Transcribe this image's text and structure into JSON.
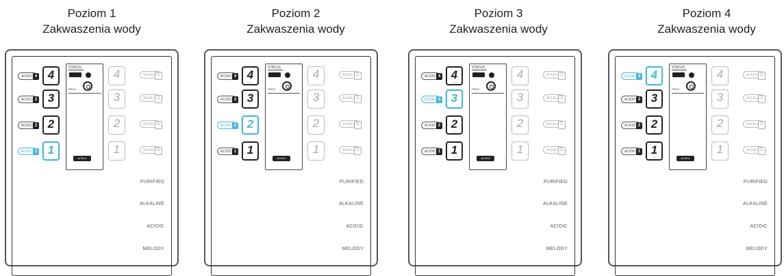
{
  "panels": [
    {
      "level_title": "Poziom 1",
      "subtitle": "Zakwaszenia wody",
      "active_level": 1
    },
    {
      "level_title": "Poziom 2",
      "subtitle": "Zakwaszenia wody",
      "active_level": 2
    },
    {
      "level_title": "Poziom 3",
      "subtitle": "Zakwaszenia wody",
      "active_level": 3
    },
    {
      "level_title": "Poziom 4",
      "subtitle": "Zakwaszenia wody",
      "active_level": 4
    }
  ],
  "device": {
    "left_label": "ACIDIC",
    "right_label": "ALKALINE",
    "levels": [
      {
        "key": "4",
        "left_dot": "4",
        "right_dot": "D",
        "ticks": "....."
      },
      {
        "key": "3",
        "left_dot": "3",
        "right_dot": "D",
        "ticks": "..."
      },
      {
        "key": "2",
        "left_dot": "2",
        "right_dot": "D",
        "ticks": ".."
      },
      {
        "key": "1",
        "left_dot": "1",
        "right_dot": "D",
        "ticks": "."
      }
    ],
    "display_status": "STATUS",
    "display_label": "PROC",
    "display_mode": "ACIDIC",
    "modes": [
      "PURIFIED",
      "ALKALINE",
      "ACIDIC",
      "MELODY"
    ]
  },
  "colors": {
    "accent": "#49b8d4",
    "dark": "#222222",
    "ghost": "#aaaaaa"
  }
}
